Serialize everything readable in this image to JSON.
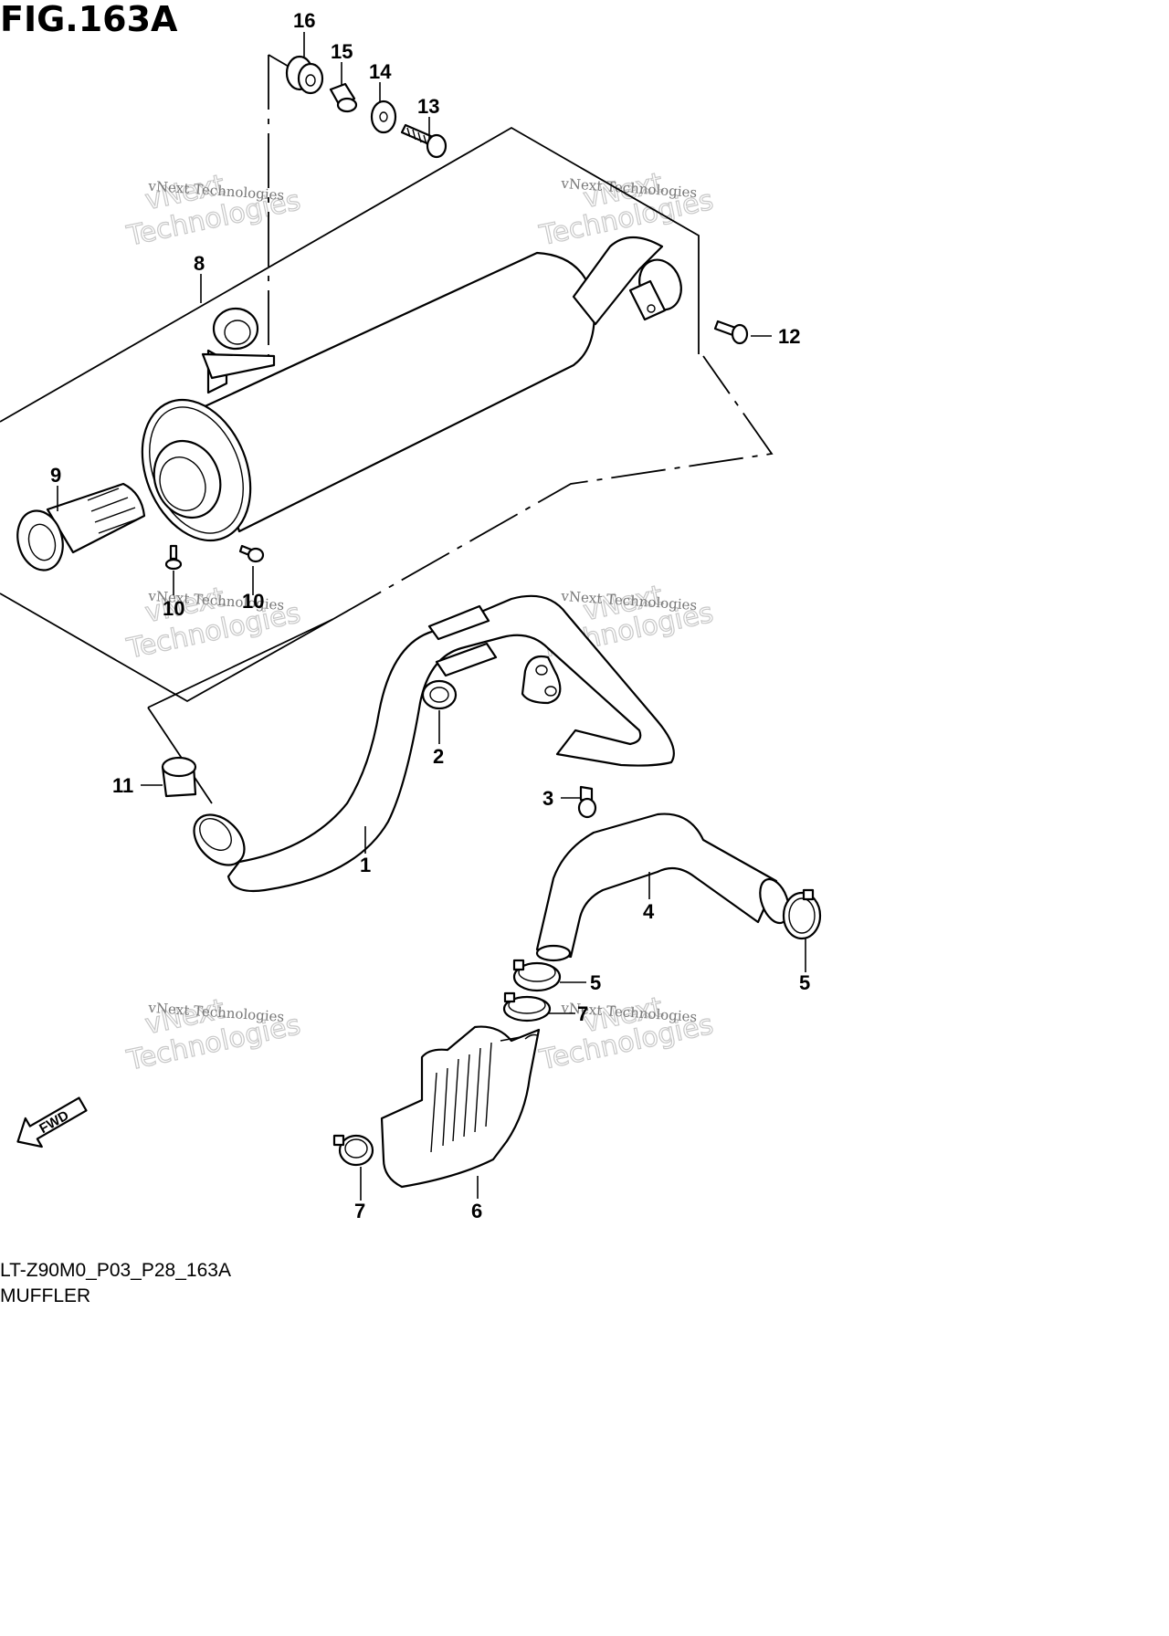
{
  "figure": {
    "title": "FIG.163A",
    "code": "LT-Z90M0_P03_P28_163A",
    "name": "MUFFLER",
    "fwd_label": "FWD"
  },
  "callouts": [
    {
      "id": "c16",
      "text": "16"
    },
    {
      "id": "c15",
      "text": "15"
    },
    {
      "id": "c14",
      "text": "14"
    },
    {
      "id": "c13",
      "text": "13"
    },
    {
      "id": "c8",
      "text": "8"
    },
    {
      "id": "c12",
      "text": "12"
    },
    {
      "id": "c9",
      "text": "9"
    },
    {
      "id": "c10a",
      "text": "10"
    },
    {
      "id": "c10b",
      "text": "10"
    },
    {
      "id": "c11",
      "text": "11"
    },
    {
      "id": "c2",
      "text": "2"
    },
    {
      "id": "c3",
      "text": "3"
    },
    {
      "id": "c1",
      "text": "1"
    },
    {
      "id": "c4",
      "text": "4"
    },
    {
      "id": "c5a",
      "text": "5"
    },
    {
      "id": "c5b",
      "text": "5"
    },
    {
      "id": "c7a",
      "text": "7"
    },
    {
      "id": "c7b",
      "text": "7"
    },
    {
      "id": "c6",
      "text": "6"
    }
  ],
  "watermark": {
    "line1": "vNext Technologies",
    "line2": "vNext",
    "line3": "Technologies"
  },
  "colors": {
    "ink": "#000000",
    "background": "#ffffff",
    "watermark": "#c8c8c8"
  }
}
